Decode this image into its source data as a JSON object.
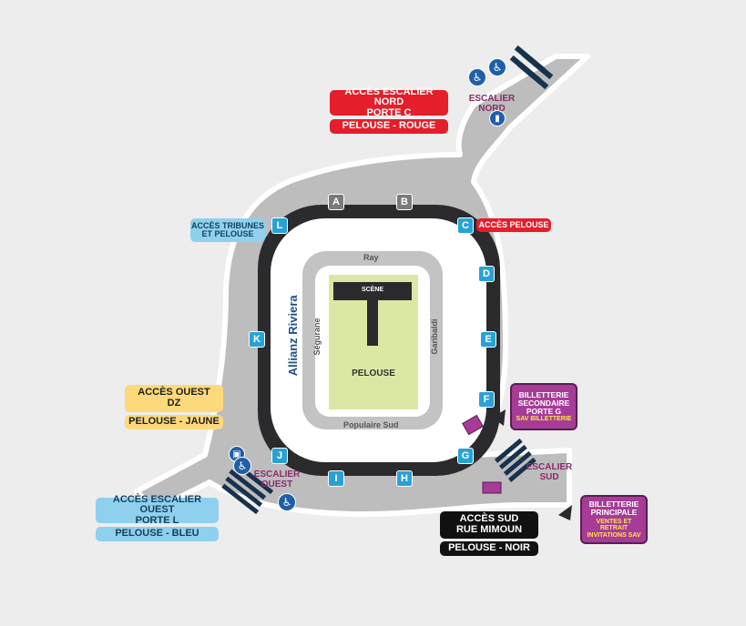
{
  "map": {
    "venue_logo": "Allianz Riviera",
    "pitch_label": "PELOUSE",
    "stage_label": "SCÈNE",
    "stands": {
      "north": "Ray",
      "west": "Ségurane",
      "east": "Garibaldi",
      "south": "Populaire Sud"
    },
    "gates": [
      "A",
      "B",
      "C",
      "D",
      "E",
      "F",
      "G",
      "H",
      "I",
      "J",
      "K",
      "L"
    ],
    "areas": {
      "escalier_nord": "ESCALIER NORD",
      "escalier_ouest": "ESCALIER\nOUEST",
      "escalier_sud": "ESCALIER\nSUD"
    },
    "labels": {
      "nord_title": "ACCÈS ESCALIER NORD\nPORTE C",
      "nord_pelouse": "PELOUSE - ROUGE",
      "acces_pelouse": "ACCÈS PELOUSE",
      "tribunes": "ACCÈS TRIBUNES\nET PELOUSE",
      "ouest_dz_title": "ACCÈS OUEST\nDZ",
      "ouest_dz_pelouse": "PELOUSE - JAUNE",
      "ouest_title": "ACCÈS ESCALIER OUEST\nPORTE L",
      "ouest_pelouse": "PELOUSE - BLEU",
      "sud_title": "ACCÈS SUD\nRUE MIMOUN",
      "sud_pelouse": "PELOUSE - NOIR",
      "billetterie_secondaire": "BILLETTERIE\nSECONDAIRE\nPORTE G",
      "billetterie_secondaire_sub": "SAV BILLETTERIE",
      "billetterie_principale": "BILLETTERIE\nPRINCIPALE",
      "billetterie_principale_sub": "VENTES ET RETRAIT\nINVITATIONS SAV"
    },
    "icons": [
      "wheelchair-icon",
      "wheelchair-icon",
      "wheelchair-icon",
      "wheelchair-icon",
      "info-icon",
      "locker-icon"
    ],
    "colors": {
      "ground": "#bdbdbd",
      "stadium_ring": "#2b2b2d",
      "pitch": "#dbe8a5",
      "red": "#e41e2b",
      "blue": "#8fd0ee",
      "yellow": "#fcd97a",
      "black": "#111111",
      "purple": "#a63c97",
      "gate": "#27a2d6"
    }
  }
}
